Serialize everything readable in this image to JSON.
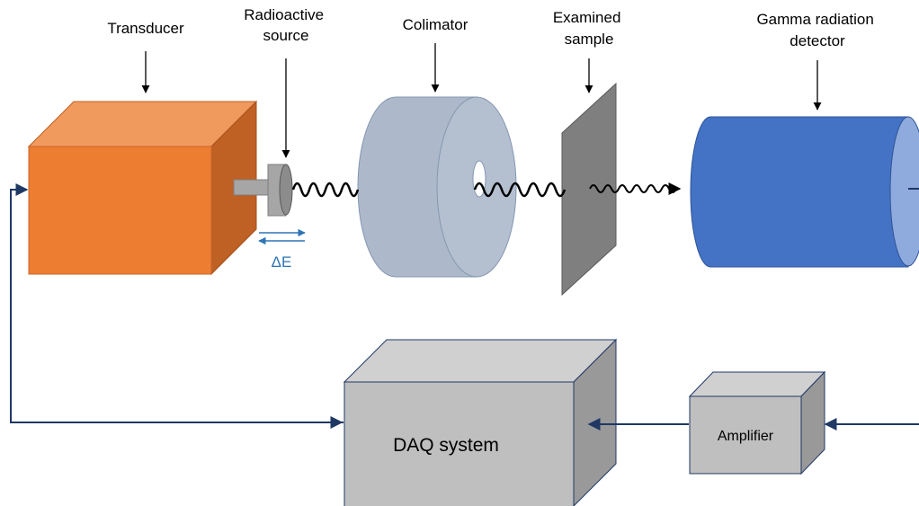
{
  "labels": {
    "transducer": "Transducer",
    "radioactive_source": [
      "Radioactive",
      "source"
    ],
    "collimator": "Colimator",
    "examined_sample": [
      "Examined",
      "sample"
    ],
    "gamma_detector": [
      "Gamma radiation",
      "detector"
    ],
    "delta_e": "ΔE",
    "daq_system": "DAQ system",
    "amplifier": "Amplifier"
  },
  "colors": {
    "transducer_front": "#ED7D31",
    "transducer_top": "#F09A5E",
    "transducer_side": "#BF6024",
    "collimator_face": "#B4BFD0",
    "collimator_side": "#ADB9CA",
    "sample": "#7F7F7F",
    "detector": "#4472C4",
    "detector_face": "#8FAADC",
    "daq_front": "#BFBFBF",
    "daq_top": "#D0D0D0",
    "daq_side": "#999999",
    "signal_line": "#1F3864",
    "delta_e": "#2E75B6"
  }
}
